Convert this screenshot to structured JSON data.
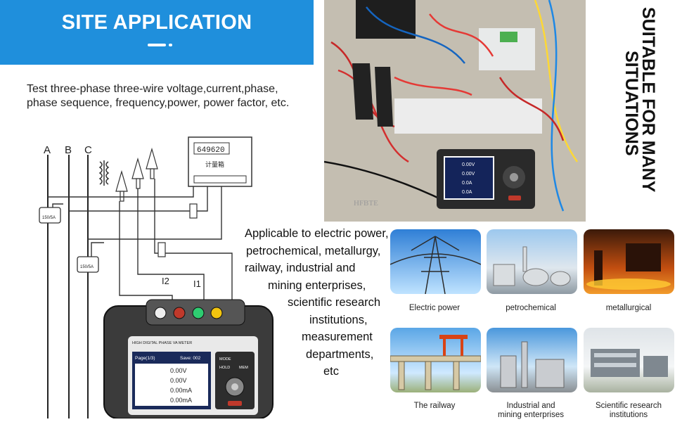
{
  "header": {
    "title": "SITE APPLICATION"
  },
  "intro": {
    "line1": "Test three-phase three-wire voltage,current,phase,",
    "line2": "phase sequence, frequency,power, power factor, etc."
  },
  "diagram": {
    "phase_labels": [
      "A",
      "B",
      "C"
    ],
    "meter_display": "649620",
    "meter_label": "计量箱",
    "clamp_label": "150/5A",
    "i1_label": "I1",
    "i2_label": "I2",
    "instrument_title": "HIGH DIGITAL PHASE VA METER",
    "screen_header_left": "Page(1/3)",
    "screen_header_right": "Save: 002",
    "screen_rows": [
      "0.00V",
      "0.00V",
      "0.00mA",
      "0.00mA"
    ],
    "keys": [
      "MODE",
      "HOLD",
      "MEM"
    ]
  },
  "side_heading": {
    "line1": "SUITABLE FOR MANY",
    "line2": "SITUATIONS"
  },
  "photo": {
    "watermark": "HFBTE",
    "screen_values": [
      "0.00V",
      "0.00V",
      "0.0A",
      "0.0A"
    ]
  },
  "applications": [
    "Applicable to electric power,",
    "petrochemical, metallurgy,",
    "railway, industrial  and",
    "mining enterprises,",
    "scientific research",
    "institutions,",
    "measurement",
    "departments,",
    "etc"
  ],
  "gallery": [
    {
      "caption": "Electric power"
    },
    {
      "caption": "petrochemical"
    },
    {
      "caption": "metallurgical"
    },
    {
      "caption": "The railway"
    },
    {
      "caption": "Industrial and\nmining enterprises"
    },
    {
      "caption": "Scientific research\ninstitutions"
    }
  ],
  "colors": {
    "banner": "#1f8fdc",
    "text": "#222222"
  }
}
